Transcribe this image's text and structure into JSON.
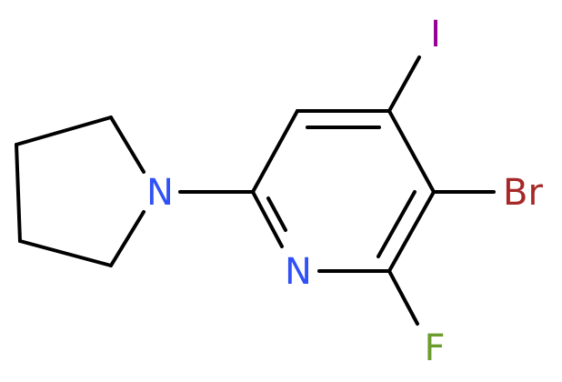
{
  "structure": {
    "atoms": [
      {
        "id": "I",
        "label": "I",
        "color": "#940094"
      },
      {
        "id": "Br",
        "label": "Br",
        "color": "#a62828"
      },
      {
        "id": "F",
        "label": "F",
        "color": "#6c9c2c"
      },
      {
        "id": "N_ring",
        "label": "N",
        "color": "#3050f8"
      },
      {
        "id": "N_pyrrolidine",
        "label": "N",
        "color": "#3050f8"
      }
    ],
    "bond_color": "#000000"
  }
}
